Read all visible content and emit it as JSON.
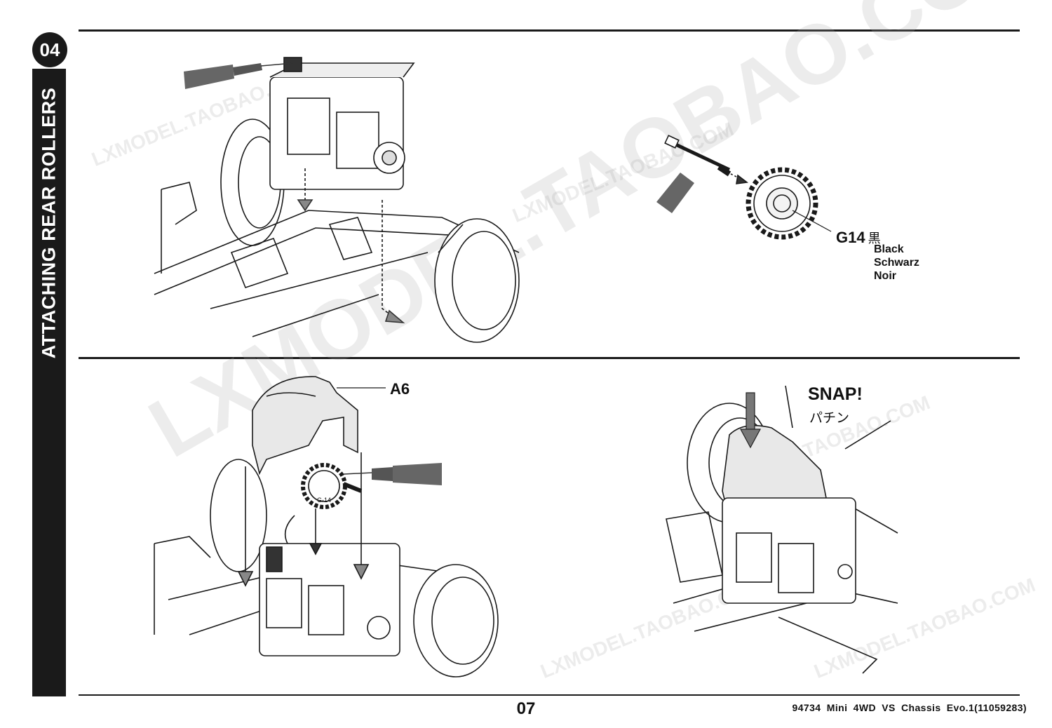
{
  "step": {
    "number": "04",
    "title": "ATTACHING REAR ROLLERS"
  },
  "callouts": {
    "gear_part": "G14",
    "gear_part_jp": "黒",
    "gear_colors": [
      "Black",
      "Schwarz",
      "Noir"
    ],
    "gear_label_small": "G-14",
    "cover_part": "A6",
    "snap": "SNAP!",
    "snap_jp": "パチン"
  },
  "footer": {
    "page_number": "07",
    "product_code": "94734 Mini 4WD VS Chassis Evo.1(11059283)"
  },
  "watermarks": {
    "large": "LXMODEL.TAOBAO.COM",
    "small": "LXMODEL.TAOBAO.COM"
  },
  "icons": [
    "grease-tube-icon",
    "arrow-down-icon"
  ]
}
